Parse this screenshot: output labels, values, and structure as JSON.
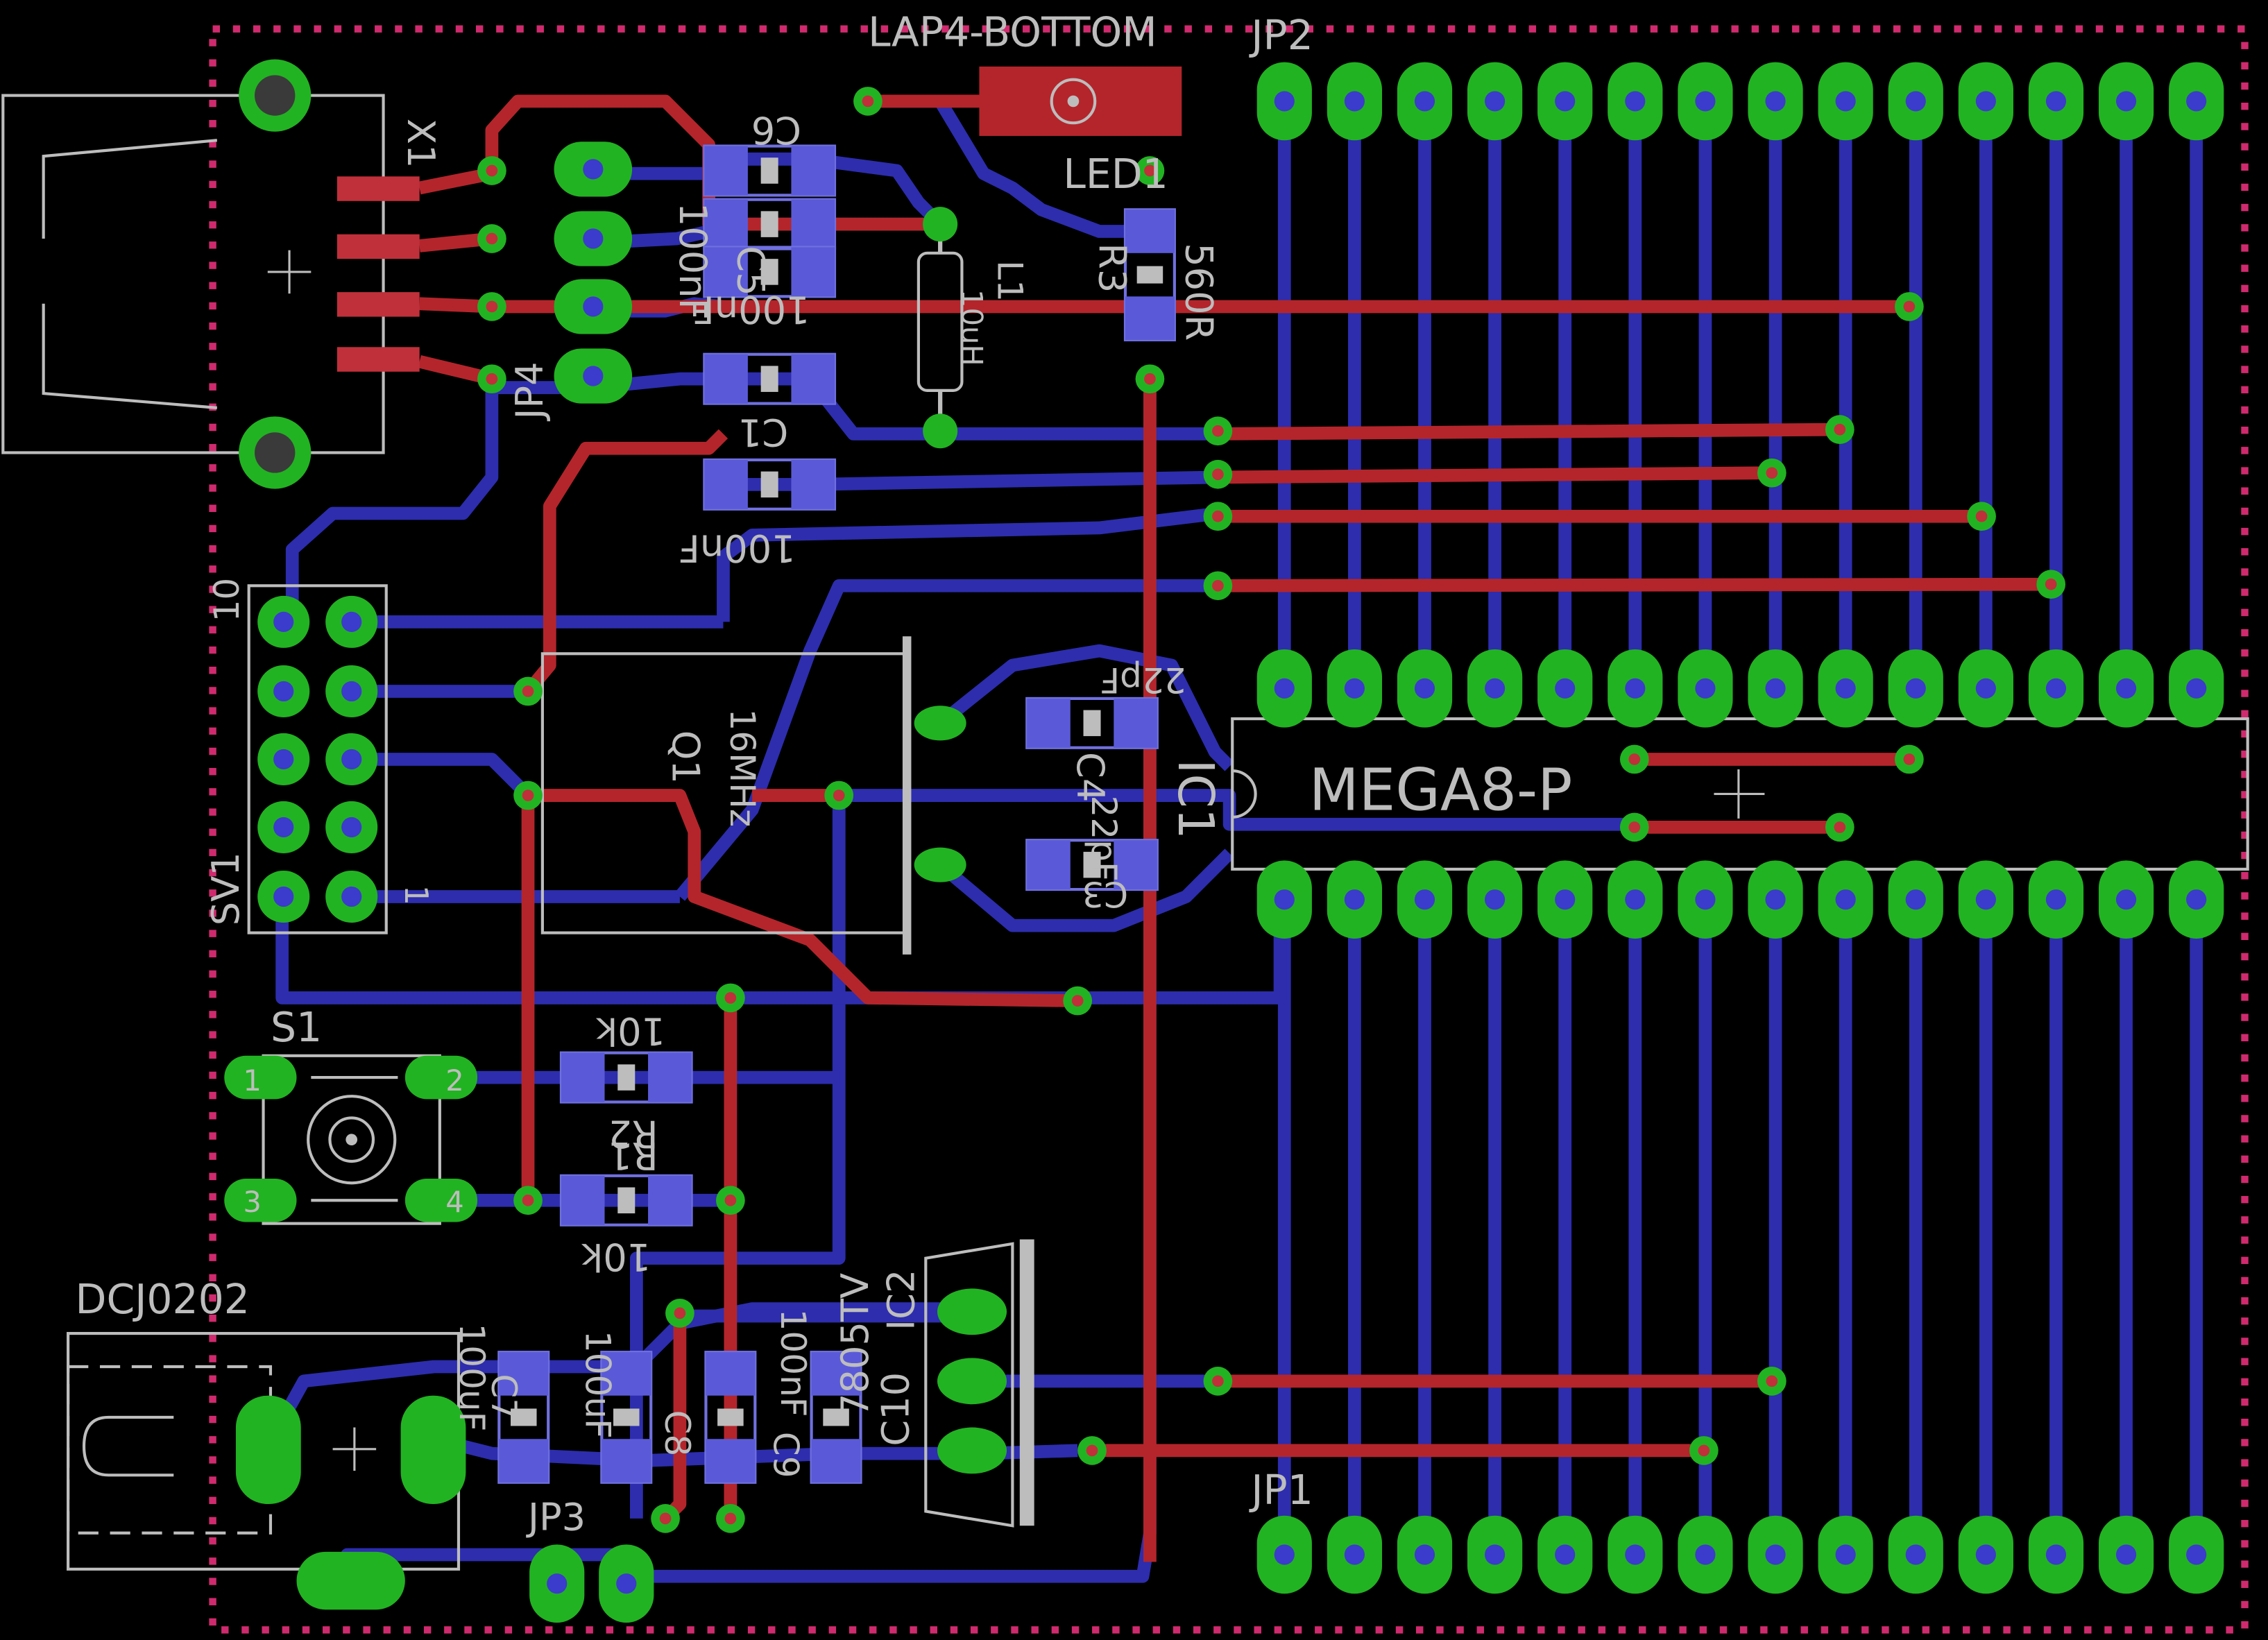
{
  "colors": {
    "background": "#000000",
    "top_copper": "#b4252b",
    "bottom_copper": "#2d2dae",
    "pad": "#22b322",
    "outline": "#bdbdbd",
    "board_edge": "#d02a6e",
    "smd_pad": "#5a5ad8",
    "led_pad": "#c0202a"
  },
  "labels": {
    "title": "LAP4-BOTTOM",
    "jp2": "JP2",
    "jp1": "JP1",
    "jp3": "JP3",
    "jp4": "JP4",
    "x1": "X1",
    "led1": "LED1",
    "l1": "L1",
    "l1_value": "10uH",
    "r3": "R3",
    "r3_value": "560R",
    "c6": "C6",
    "c6_value": "100nF",
    "c5": "C5",
    "c5_value": "100nF",
    "c1": "C1",
    "c1_value": "100nF",
    "sv1": "SV1",
    "sv1_pin10": "10",
    "sv1_pin1": "1",
    "q1": "Q1",
    "q1_value": "16MHz",
    "c4": "C4",
    "c4_value": "22pF",
    "c3": "C3",
    "c3_value": "22pF",
    "ic1": "IC1",
    "ic1_value": "MEGA8-P",
    "s1": "S1",
    "r2": "R2",
    "r2_value": "10k",
    "r1": "R1",
    "r1_value": "10k",
    "dcj": "DCJ0202",
    "ic2": "IC2",
    "ic2_value": "7805TV",
    "c10": "C10",
    "c10_value": "100nF",
    "c9": "C9",
    "c8": "C8",
    "c8_value": "100uF",
    "c7": "C7",
    "c7_value": "100uF",
    "s1_pin1": "1",
    "s1_pin2": "2",
    "s1_pin3": "3",
    "s1_pin4": "4"
  }
}
